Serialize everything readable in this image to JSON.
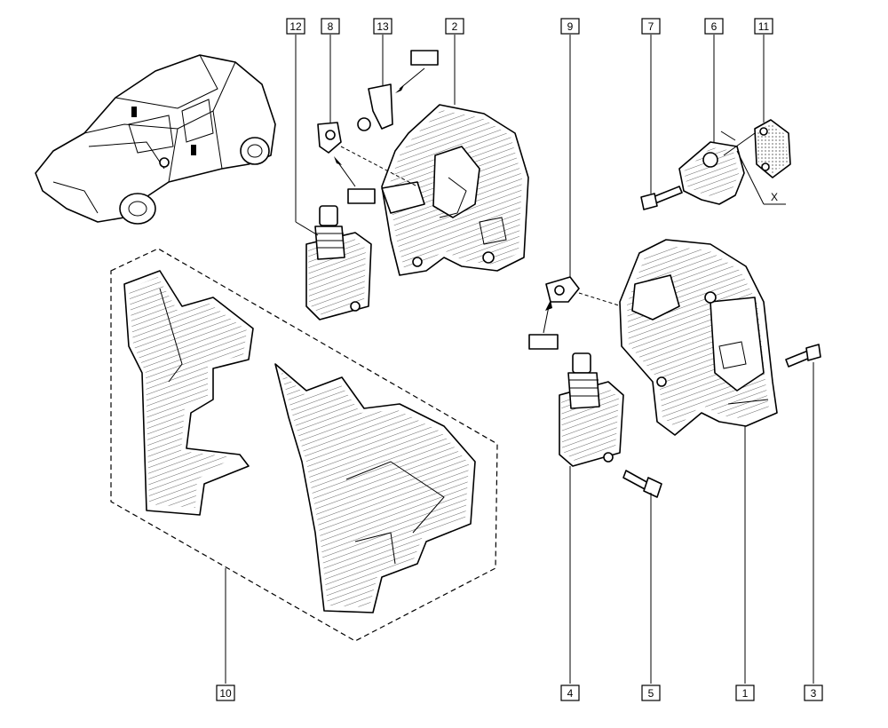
{
  "callouts": {
    "c1": "1",
    "c2": "2",
    "c3": "3",
    "c4": "4",
    "c5": "5",
    "c6": "6",
    "c7": "7",
    "c8": "8",
    "c9": "9",
    "c10": "10",
    "c11": "11",
    "c12": "12",
    "c13": "13"
  },
  "dimension_label": "X",
  "colors": {
    "ink": "#000000",
    "paper": "#ffffff"
  }
}
